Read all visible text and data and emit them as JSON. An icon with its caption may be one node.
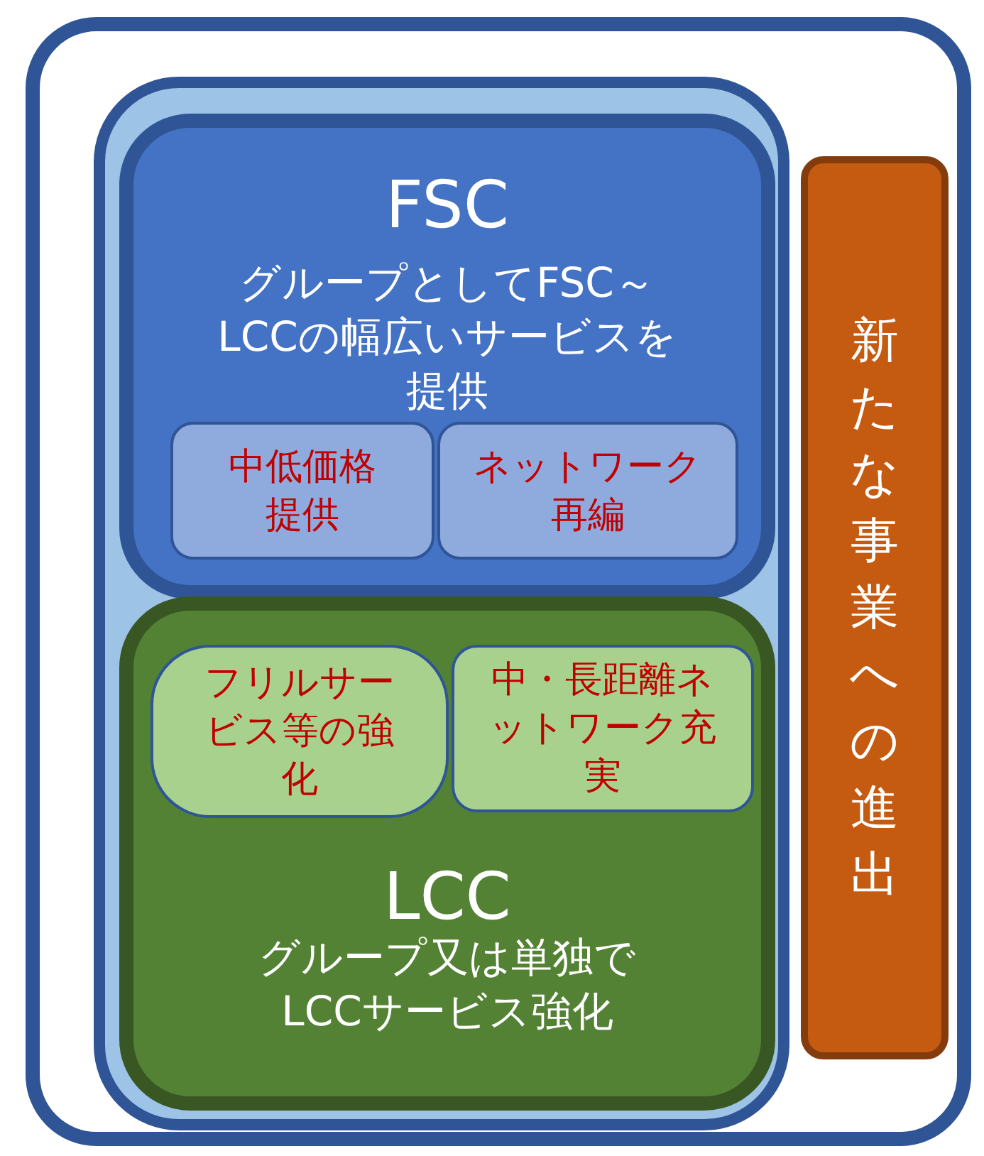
{
  "diagram": {
    "nodes": [
      {
        "text": [
          "FSC",
          "グループとしてFSC～LCCの幅広いサービスを提供"
        ]
      },
      {
        "text": [
          "中低価格提供"
        ],
        "in": 0
      },
      {
        "text": [
          "ネットワーク再編"
        ],
        "in": 0
      },
      {
        "text": [
          "LCC",
          "グループ又は単独でLCCサービス強化"
        ]
      },
      {
        "text": [
          "フリルサービス等の強化"
        ],
        "in": 3
      },
      {
        "text": [
          "中・長距離ネットワーク充実"
        ],
        "in": 3
      },
      {
        "text": [
          "新たな事業への進出"
        ]
      }
    ]
  }
}
